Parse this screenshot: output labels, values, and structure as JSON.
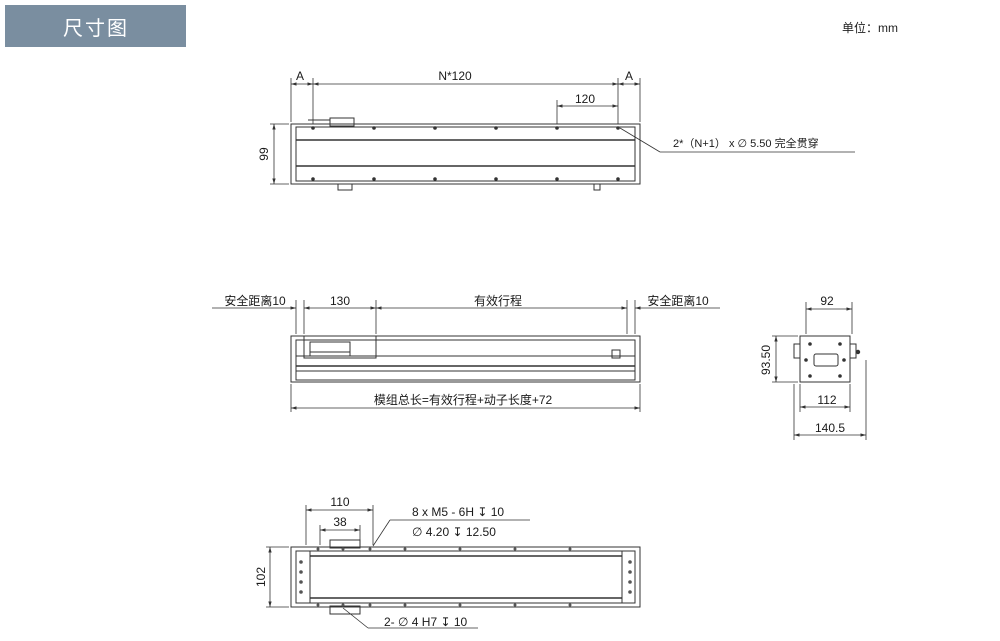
{
  "header": {
    "title": "尺寸图",
    "unit": "单位：mm"
  },
  "top_view": {
    "dim_a_left": "A",
    "dim_pitch": "N*120",
    "dim_a_right": "A",
    "dim_120": "120",
    "dim_height": "99",
    "hole_callout": "2*（N+1） x ∅ 5.50 完全贯穿"
  },
  "side_view": {
    "safe_left": "安全距离10",
    "dim_130": "130",
    "stroke": "有效行程",
    "safe_right": "安全距离10",
    "total_length": "模组总长=有效行程+动子长度+72"
  },
  "end_view": {
    "dim_92": "92",
    "dim_93_50": "93.50",
    "dim_112": "112",
    "dim_140_5": "140.5"
  },
  "bottom_view": {
    "dim_110": "110",
    "dim_38": "38",
    "dim_102": "102",
    "thread_callout": "8 x  M5 - 6H ↧ 10",
    "bore_callout": "∅  4.20  ↧  12.50",
    "pin_callout": "2- ∅ 4 H7 ↧ 10"
  }
}
